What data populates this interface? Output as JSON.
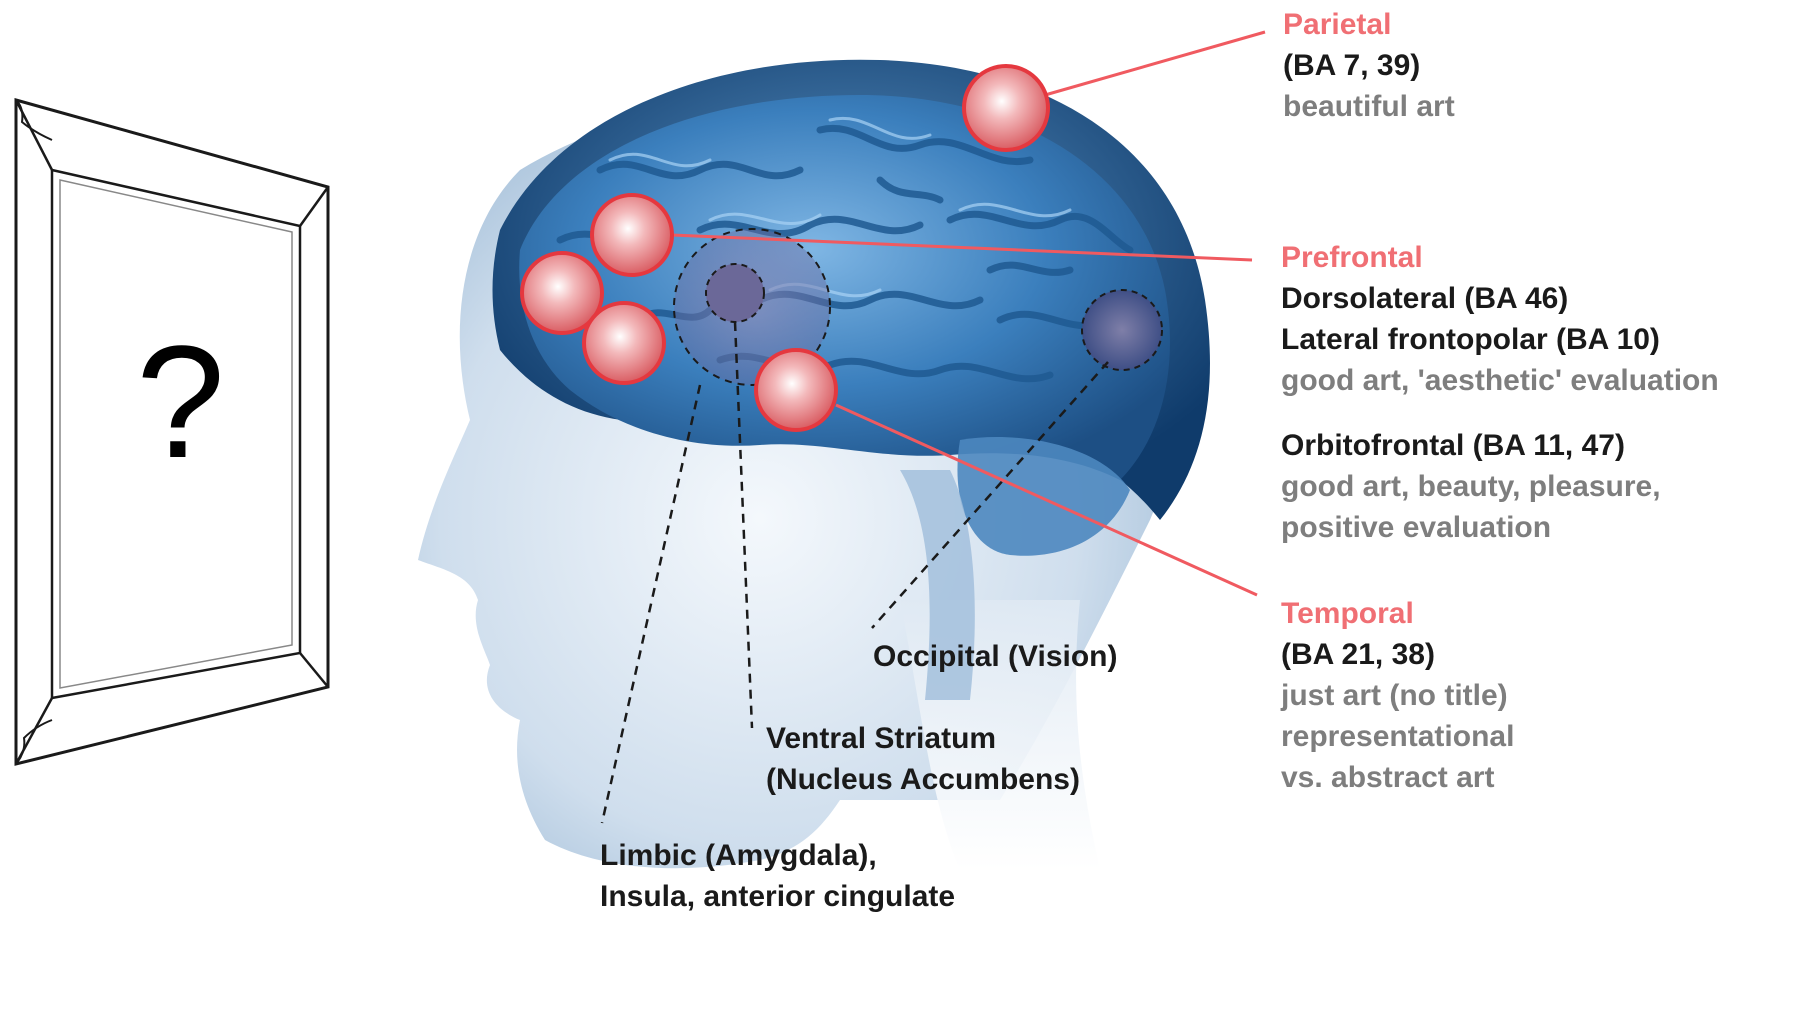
{
  "frame": {
    "symbol": "?"
  },
  "labels": {
    "parietal": {
      "title": "Parietal",
      "code": "(BA 7, 39)",
      "desc": "beautiful art"
    },
    "prefrontal": {
      "title": "Prefrontal",
      "line1": "Dorsolateral (BA 46)",
      "line2": "Lateral frontopolar (BA 10)",
      "desc": "good art, 'aesthetic' evaluation",
      "orbito": "Orbitofrontal (BA 11, 47)",
      "orbito_desc1": "good art, beauty, pleasure,",
      "orbito_desc2": "positive evaluation"
    },
    "temporal": {
      "title": "Temporal",
      "code": "(BA 21, 38)",
      "desc1": "just art (no title)",
      "desc2": "representational",
      "desc3": "vs. abstract art"
    },
    "occipital": "Occipital (Vision)",
    "ventral_striatum": {
      "line1": "Ventral Striatum",
      "line2": "(Nucleus Accumbens)"
    },
    "limbic": {
      "line1": "Limbic (Amygdala),",
      "line2": "Insula, anterior cingulate"
    }
  },
  "colors": {
    "accent": "#f06f74",
    "brain": "#2f6ea5",
    "marker": "#e4484f"
  }
}
